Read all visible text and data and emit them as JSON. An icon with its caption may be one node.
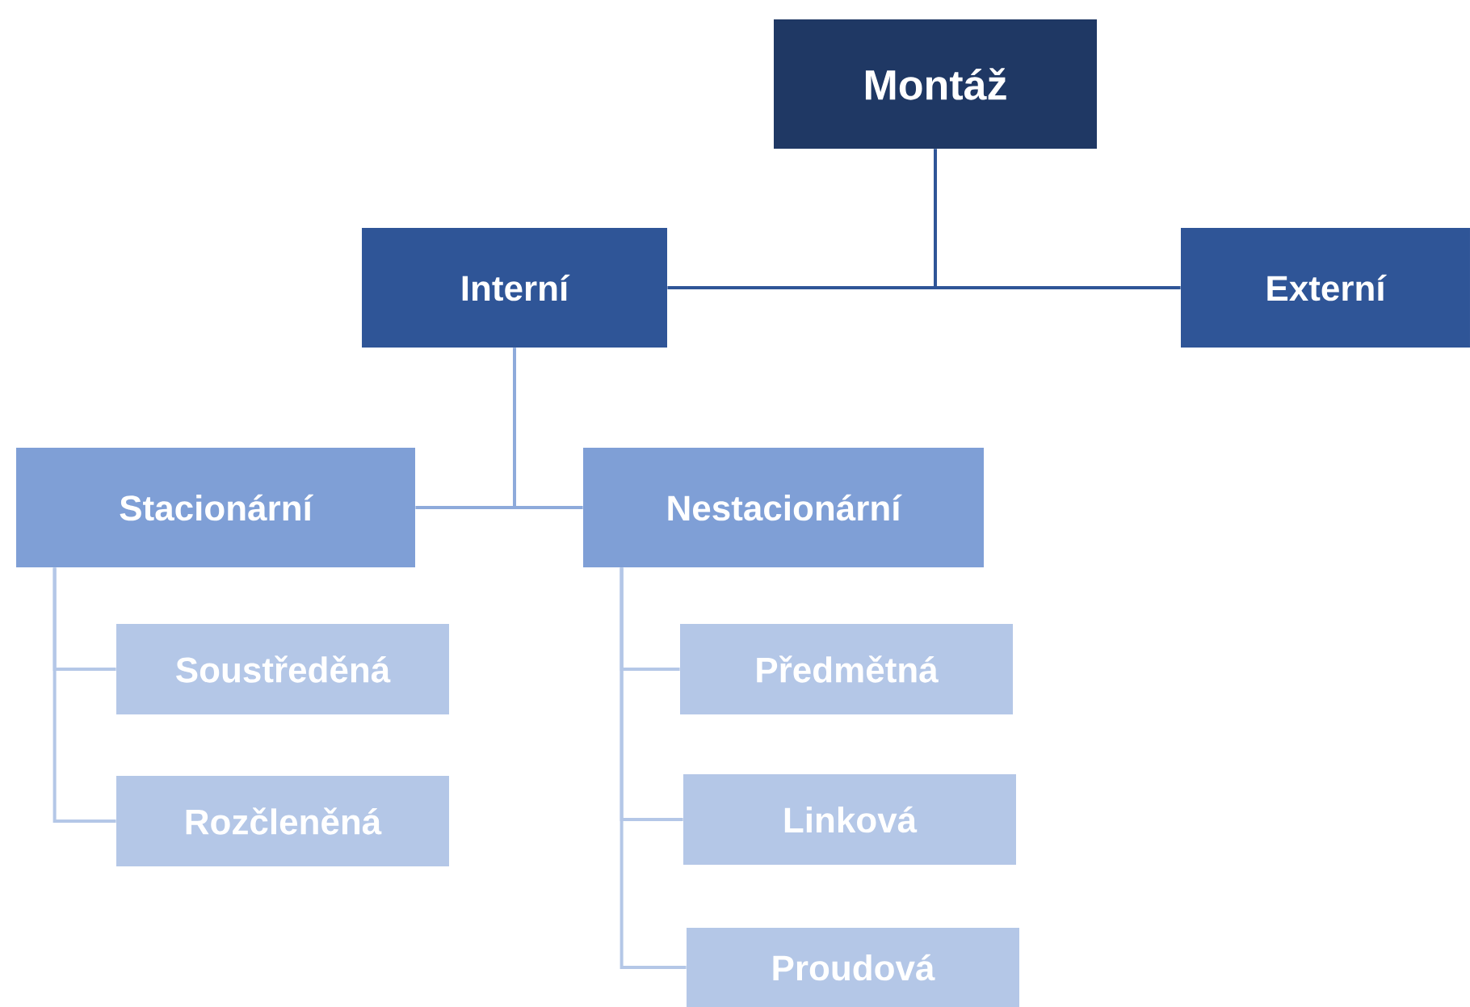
{
  "diagram": {
    "nodes": [
      {
        "text": [
          "Montáž"
        ]
      },
      {
        "text": [
          "Interní"
        ]
      },
      {
        "text": [
          "Externí"
        ]
      },
      {
        "text": [
          "Stacionární"
        ]
      },
      {
        "text": [
          "Nestacionární"
        ]
      },
      {
        "text": [
          "Soustředěná"
        ]
      },
      {
        "text": [
          "Rozčleněná"
        ]
      },
      {
        "text": [
          "Předmětná"
        ]
      },
      {
        "text": [
          "Linková"
        ]
      },
      {
        "text": [
          "Proudová"
        ]
      }
    ],
    "edges": [
      {
        "from": 0,
        "to": 1,
        "arrow": "none",
        "color": "#2f5597"
      },
      {
        "from": 0,
        "to": 2,
        "arrow": "none",
        "color": "#2f5597"
      },
      {
        "from": 1,
        "to": 3,
        "arrow": "none",
        "color": "#8eaadb"
      },
      {
        "from": 1,
        "to": 4,
        "arrow": "none",
        "color": "#8eaadb"
      },
      {
        "from": 3,
        "to": 5,
        "arrow": "none",
        "color": "#b4c7e7"
      },
      {
        "from": 3,
        "to": 6,
        "arrow": "none",
        "color": "#b4c7e7"
      },
      {
        "from": 4,
        "to": 7,
        "arrow": "none",
        "color": "#b4c7e7"
      },
      {
        "from": 4,
        "to": 8,
        "arrow": "none",
        "color": "#b4c7e7"
      },
      {
        "from": 4,
        "to": 9,
        "arrow": "none",
        "color": "#b4c7e7"
      }
    ]
  }
}
